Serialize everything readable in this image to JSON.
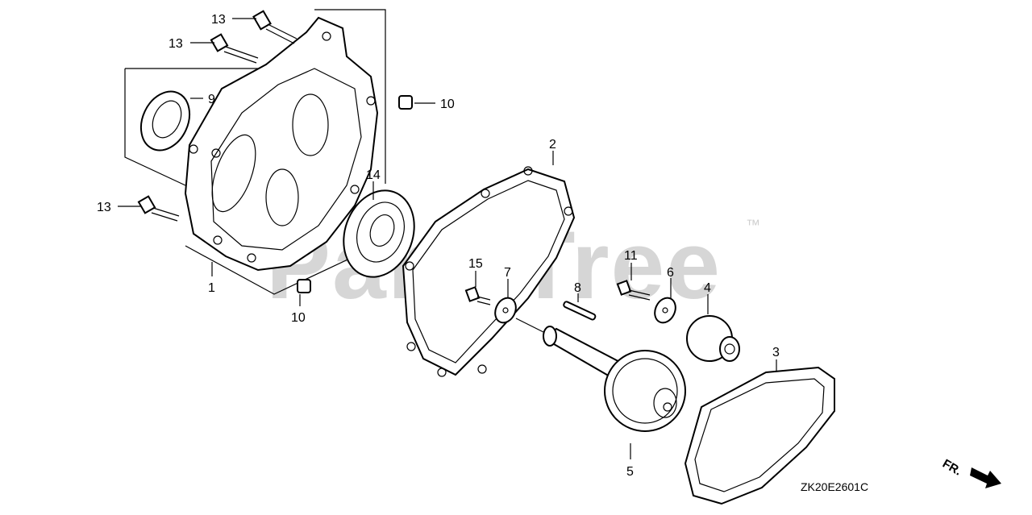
{
  "watermark": {
    "text": "PartsTree",
    "tm": "™"
  },
  "diagram_code": "ZK20E2601C",
  "direction": {
    "label": "FR."
  },
  "callouts": [
    {
      "id": "c13a",
      "label": "13"
    },
    {
      "id": "c13b",
      "label": "13"
    },
    {
      "id": "c9",
      "label": "9"
    },
    {
      "id": "c10a",
      "label": "10"
    },
    {
      "id": "c2",
      "label": "2"
    },
    {
      "id": "c14",
      "label": "14"
    },
    {
      "id": "c13c",
      "label": "13"
    },
    {
      "id": "c1",
      "label": "1"
    },
    {
      "id": "c10b",
      "label": "10"
    },
    {
      "id": "c15",
      "label": "15"
    },
    {
      "id": "c7",
      "label": "7"
    },
    {
      "id": "c8",
      "label": "8"
    },
    {
      "id": "c11",
      "label": "11"
    },
    {
      "id": "c6",
      "label": "6"
    },
    {
      "id": "c4",
      "label": "4"
    },
    {
      "id": "c3",
      "label": "3"
    },
    {
      "id": "c5",
      "label": "5"
    }
  ]
}
